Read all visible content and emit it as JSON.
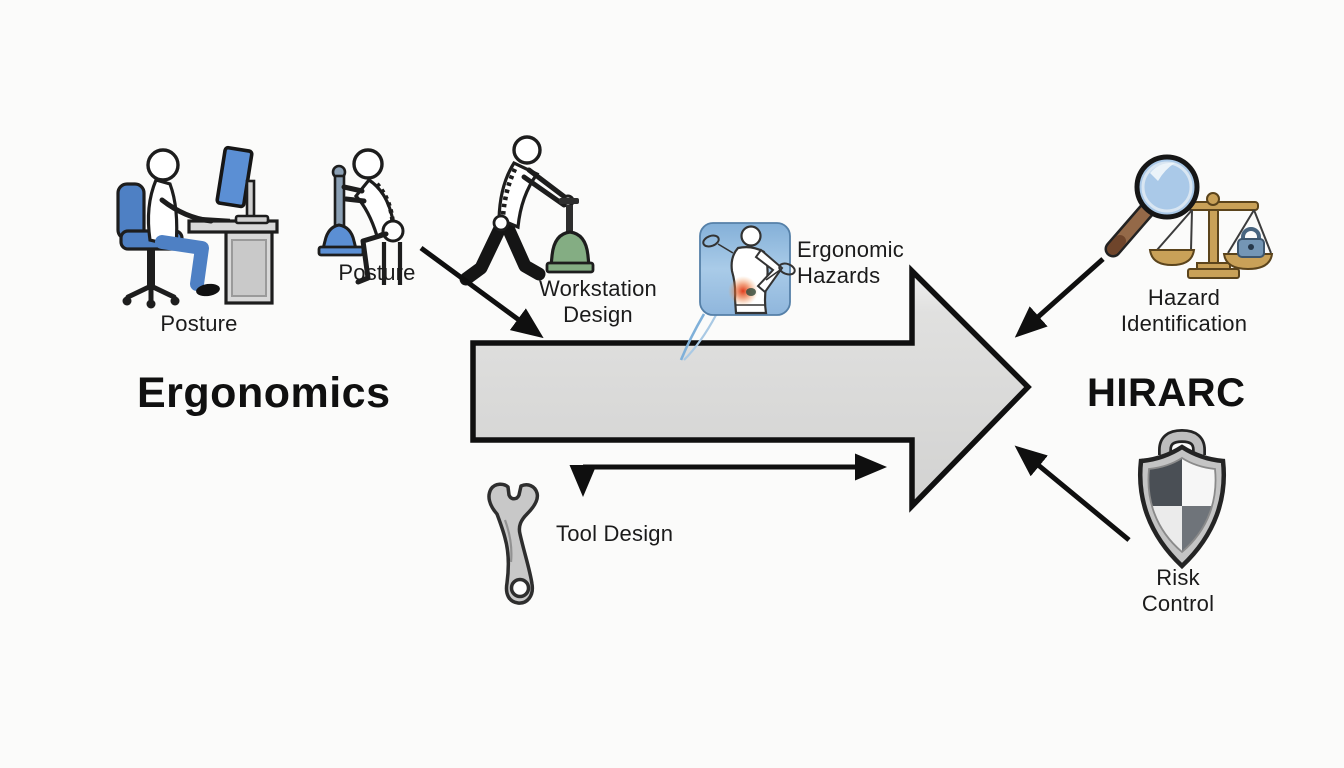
{
  "diagram": {
    "main_left": "Ergonomics",
    "main_right": "HIRARC",
    "nodes": {
      "posture_desk": {
        "label": "Posture",
        "icon": "person-at-desk-icon"
      },
      "posture_seated": {
        "label": "Posture",
        "icon": "seated-worker-tool-icon"
      },
      "workstation_design": {
        "lines": [
          "Workstation",
          "Design"
        ],
        "icon": "lifting-worker-icon"
      },
      "ergonomic_hazards": {
        "lines": [
          "Ergonomic",
          "Hazards"
        ],
        "icon": "back-pain-icon"
      },
      "hazard_identification": {
        "lines": [
          "Hazard",
          "Identification"
        ],
        "icon": "magnifier-scale-icon"
      },
      "risk_control": {
        "lines": [
          "Risk",
          "Control"
        ],
        "icon": "checkered-shield-icon"
      },
      "tool_design": {
        "label": "Tool Design",
        "icon": "wrench-icon"
      }
    },
    "connectors": [
      "workstation-to-arrow",
      "hazard-identification-to-arrow",
      "risk-control-to-arrow",
      "tool-design-elbow-arrow",
      "hazards-callout-tail"
    ],
    "colors": {
      "background": "#fbfbfa",
      "arrow_fill": "#dcdcdc",
      "arrow_outline": "#111111",
      "accent_blue": "#5b8fd4",
      "chair_blue": "#4e80c4",
      "kettlebell_green": "#84ad83",
      "scale_gold": "#c9a158",
      "handle_brown": "#946948",
      "shield_dark": "#4a4f55",
      "shield_mid": "#6f747a",
      "pain_red": "#e03010",
      "text": "#1b1b1b"
    }
  }
}
